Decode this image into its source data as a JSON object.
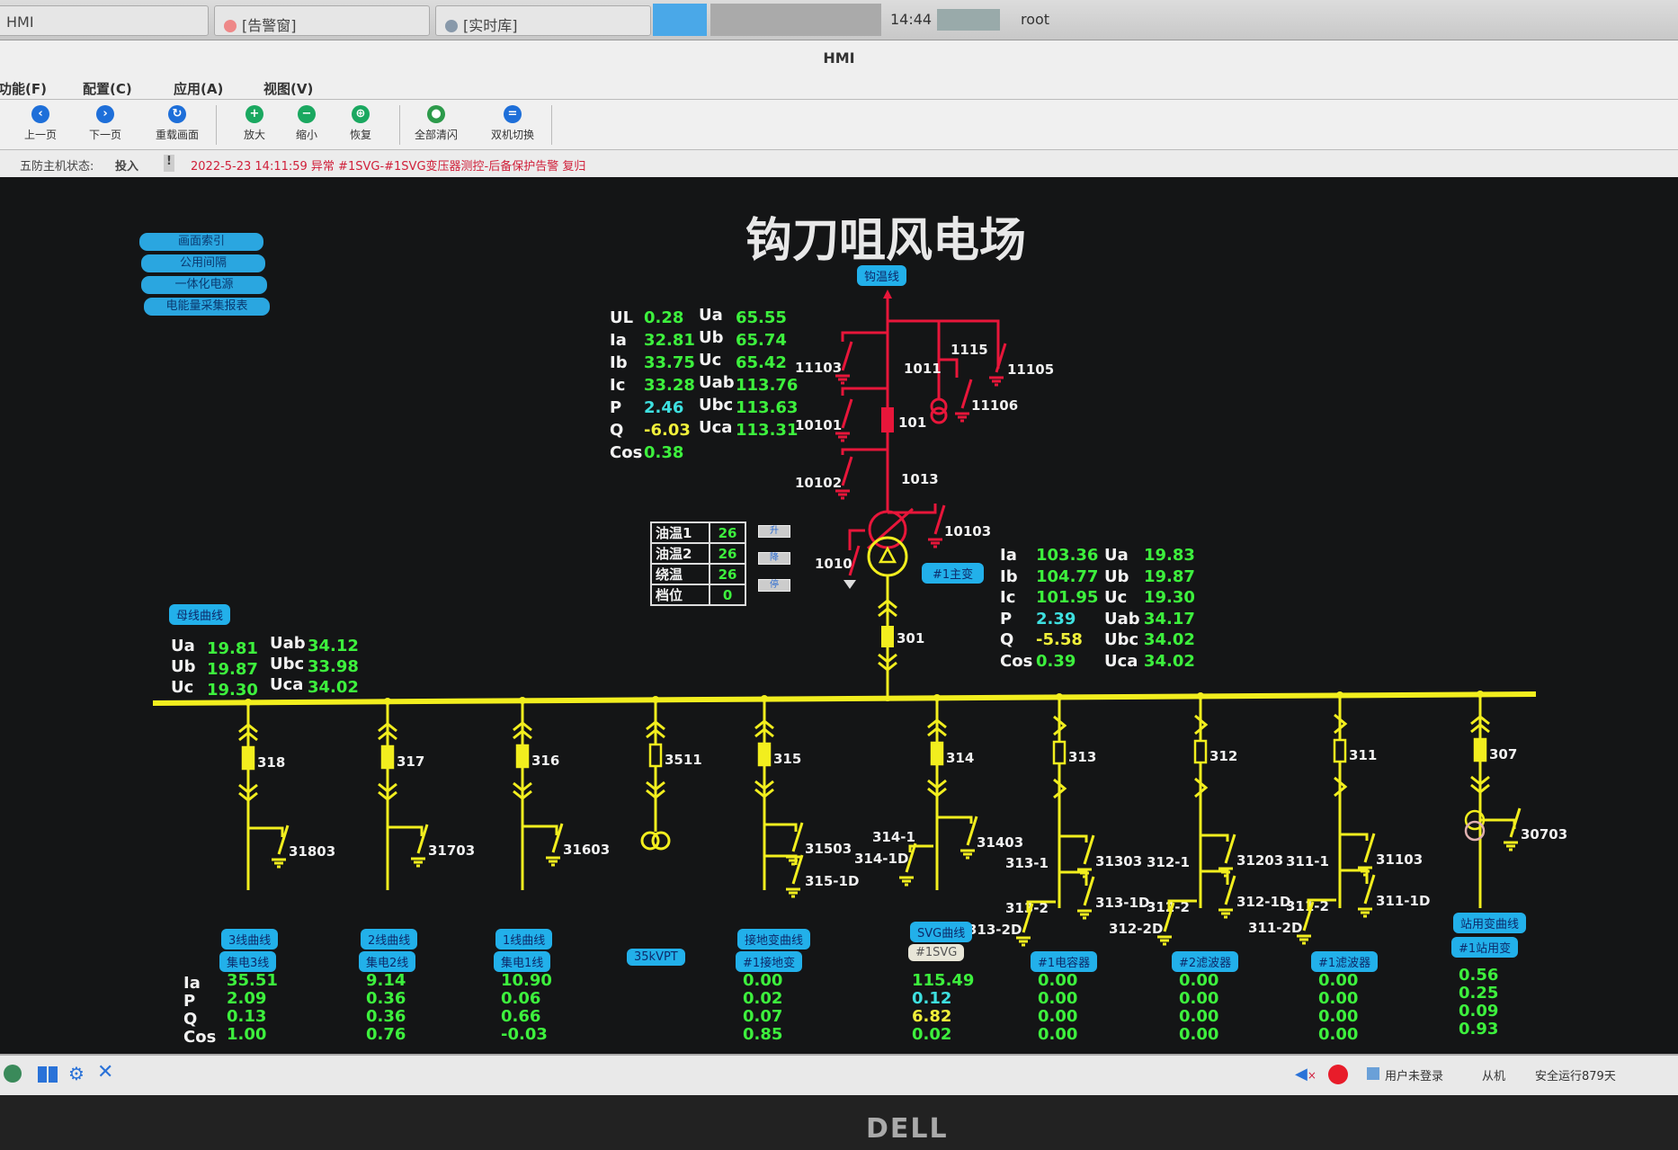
{
  "taskbar": {
    "tabs": [
      "HMI",
      "[告警窗]",
      "[实时库]"
    ],
    "clock": "14:44",
    "user": "root"
  },
  "window": {
    "title": "HMI"
  },
  "menu": [
    "功能(F)",
    "配置(C)",
    "应用(A)",
    "视图(V)"
  ],
  "toolbar": [
    {
      "label": "上一页",
      "icon": "chevron-left-icon",
      "glyph": "‹",
      "color": "#1e6fd9"
    },
    {
      "label": "下一页",
      "icon": "chevron-right-icon",
      "glyph": "›",
      "color": "#1e6fd9"
    },
    {
      "label": "重载画面",
      "icon": "reload-icon",
      "glyph": "↻",
      "color": "#1e6fd9"
    },
    {
      "label": "放大",
      "icon": "zoom-in-icon",
      "glyph": "+",
      "color": "#1aa860"
    },
    {
      "label": "缩小",
      "icon": "zoom-out-icon",
      "glyph": "−",
      "color": "#1aa860"
    },
    {
      "label": "恢复",
      "icon": "restore-icon",
      "glyph": "⊕",
      "color": "#1aa860"
    },
    {
      "label": "全部清闪",
      "icon": "clear-flash-icon",
      "glyph": "●",
      "color": "#2c9a4a"
    },
    {
      "label": "双机切换",
      "icon": "switch-icon",
      "glyph": "=",
      "color": "#1e6fd9"
    }
  ],
  "alarm": {
    "status_label": "五防主机状态:",
    "status_value": "投入",
    "message": "2022-5-23 14:11:59 异常 #1SVG-#1SVG变压器测控-后备保护告警 复归",
    "color": "#d0203a"
  },
  "diagram": {
    "title": "钩刀咀风电场",
    "nav": [
      "画面索引",
      "公用间隔",
      "一体化电源",
      "电能量采集报表"
    ],
    "line_label": "钩温线",
    "top_meas": [
      [
        "UL",
        "0.28",
        "Ua",
        "65.55"
      ],
      [
        "Ia",
        "32.81",
        "Ub",
        "65.74"
      ],
      [
        "Ib",
        "33.75",
        "Uc",
        "65.42"
      ],
      [
        "Ic",
        "33.28",
        "Uab",
        "113.76"
      ],
      [
        "P",
        "2.46",
        "Ubc",
        "113.63"
      ],
      [
        "Q",
        "-6.03",
        "Uca",
        "113.31"
      ],
      [
        "Cos",
        "0.38",
        "",
        ""
      ]
    ],
    "hv_labels": {
      "d11103": "11103",
      "d1011": "1011",
      "d1115": "1115",
      "d11105": "11105",
      "d11106": "11106",
      "d10101": "10101",
      "b101": "101",
      "d10102": "10102",
      "d1013": "1013",
      "d10103": "10103",
      "d1010": "1010",
      "b301": "301"
    },
    "transformer_label": "#1主变",
    "temp_table": [
      [
        "油温1",
        "26"
      ],
      [
        "油温2",
        "26"
      ],
      [
        "绕温",
        "26"
      ],
      [
        "档位",
        "0"
      ]
    ],
    "tap_buttons": [
      "升",
      "降",
      "停"
    ],
    "tx_meas": [
      [
        "Ia",
        "103.36",
        "Ua",
        "19.83"
      ],
      [
        "Ib",
        "104.77",
        "Ub",
        "19.87"
      ],
      [
        "Ic",
        "101.95",
        "Uc",
        "19.30"
      ],
      [
        "P",
        "2.39",
        "Uab",
        "34.17"
      ],
      [
        "Q",
        "-5.58",
        "Ubc",
        "34.02"
      ],
      [
        "Cos",
        "0.39",
        "Uca",
        "34.02"
      ]
    ],
    "bus_button": "母线曲线",
    "bus_meas": [
      [
        "Ua",
        "19.81",
        "Uab",
        "34.12"
      ],
      [
        "Ub",
        "19.87",
        "Ubc",
        "33.98"
      ],
      [
        "Uc",
        "19.30",
        "Uca",
        "34.02"
      ]
    ],
    "row_labels": [
      "Ia",
      "P",
      "Q",
      "Cos"
    ],
    "feeders": [
      {
        "breaker": "318",
        "switches": [
          "31803"
        ],
        "curve": "3线曲线",
        "name": "集电3线",
        "values": [
          "35.51",
          "2.09",
          "0.13",
          "1.00"
        ]
      },
      {
        "breaker": "317",
        "switches": [
          "31703"
        ],
        "curve": "2线曲线",
        "name": "集电2线",
        "values": [
          "9.14",
          "0.36",
          "0.36",
          "0.76"
        ]
      },
      {
        "breaker": "316",
        "switches": [
          "31603"
        ],
        "curve": "1线曲线",
        "name": "集电1线",
        "values": [
          "10.90",
          "0.06",
          "0.66",
          "-0.03"
        ]
      },
      {
        "breaker": "3511",
        "switches": [],
        "curve": "",
        "name": "35kVPT",
        "values": []
      },
      {
        "breaker": "315",
        "switches": [
          "31503",
          "315-1D"
        ],
        "curve": "接地变曲线",
        "name": "#1接地变",
        "values": [
          "0.00",
          "0.02",
          "0.07",
          "0.85"
        ]
      },
      {
        "breaker": "314",
        "switches": [
          "314-1",
          "31403",
          "314-1D"
        ],
        "curve": "SVG曲线",
        "name": "#1SVG",
        "values": [
          "115.49",
          "0.12",
          "6.82",
          "0.02"
        ]
      },
      {
        "breaker": "313",
        "switches": [
          "313-1",
          "31303",
          "313-2",
          "313-1D",
          "313-2D"
        ],
        "curve": "",
        "name": "#1电容器",
        "values": [
          "0.00",
          "0.00",
          "0.00",
          "0.00"
        ]
      },
      {
        "breaker": "312",
        "switches": [
          "312-1",
          "31203",
          "312-2",
          "312-1D",
          "312-2D"
        ],
        "curve": "",
        "name": "#2滤波器",
        "values": [
          "0.00",
          "0.00",
          "0.00",
          "0.00"
        ]
      },
      {
        "breaker": "311",
        "switches": [
          "311-1",
          "31103",
          "311-2",
          "311-1D",
          "311-2D"
        ],
        "curve": "",
        "name": "#1滤波器",
        "values": [
          "0.00",
          "0.00",
          "0.00",
          "0.00"
        ]
      },
      {
        "breaker": "307",
        "switches": [
          "30703"
        ],
        "curve": "站用变曲线",
        "name": "#1站用变",
        "values": [
          "0.56",
          "0.25",
          "0.09",
          "0.93"
        ]
      }
    ],
    "colors": {
      "hv": "#e8163a",
      "lv": "#f2ee1e",
      "bg": "#141516",
      "button": "#22b0ea"
    }
  },
  "statusbar": {
    "login": "用户未登录",
    "role": "从机",
    "uptime": "安全运行879天"
  },
  "bezel": {
    "brand": "DELL"
  }
}
